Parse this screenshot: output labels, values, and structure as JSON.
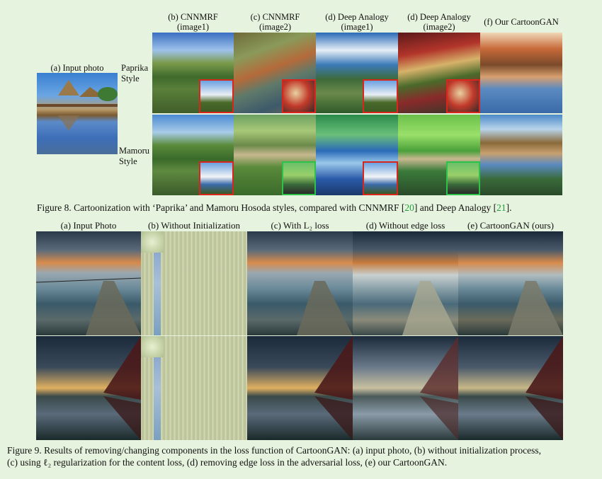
{
  "figure8": {
    "input_label": "(a) Input photo",
    "style_labels": {
      "paprika": [
        "Paprika",
        "Style"
      ],
      "mamoru": [
        "Mamoru",
        "Style"
      ]
    },
    "columns": [
      {
        "line1": "(b) CNNMRF",
        "line2": "(image1)"
      },
      {
        "line1": "(c) CNNMRF",
        "line2": "(image2)"
      },
      {
        "line1": "(d) Deep Analogy",
        "line2": "(image1)"
      },
      {
        "line1": "(d) Deep Analogy",
        "line2": "(image2)"
      },
      {
        "line1": "(f) Our CartoonGAN",
        "line2": ""
      }
    ],
    "caption_text": "Figure 8. Cartoonization with ‘Paprika’ and Mamoru Hosoda styles, compared with CNNMRF [",
    "caption_ref1": "20",
    "caption_mid": "] and Deep Analogy [",
    "caption_ref2": "21",
    "caption_end": "]."
  },
  "figure9": {
    "columns": [
      "(a) Input Photo",
      "(b) Without Initialization",
      "(c) With L₂ loss",
      "(d) Without edge loss",
      "(e) CartoonGAN (ours)"
    ],
    "caption_line1": "Figure 9. Results of removing/changing components in the loss function of CartoonGAN: (a) input photo, (b) without initialization process,",
    "caption_line2": "(c) using ℓ₂ regularization for the content loss, (d) removing edge loss in the adversarial loss, (e) our CartoonGAN."
  },
  "colors": {
    "background": "#e6f3de",
    "link": "#1f9e3a",
    "inset_red": "#d8261c",
    "inset_green": "#2ec24a"
  }
}
